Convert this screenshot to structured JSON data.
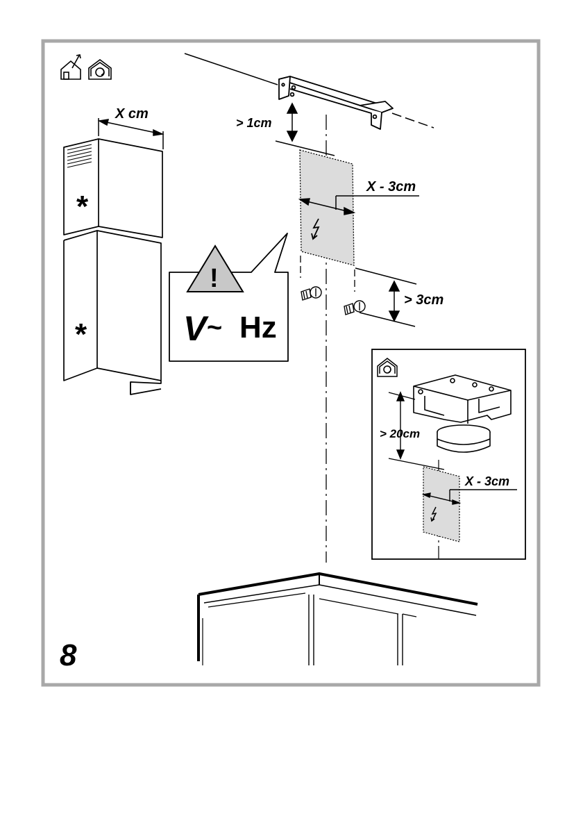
{
  "labels": {
    "chimney_width": "X cm",
    "bracket_gap": "> 1cm",
    "socket_width": "X - 3cm",
    "screw_gap": "> 3cm",
    "inset_duct_gap": "> 20cm",
    "inset_socket_width": "X - 3cm",
    "chimney_mark_upper": "*",
    "chimney_mark_lower": "*",
    "warning_mark": "!",
    "voltage_symbol": "V",
    "voltage_tilde": "~",
    "frequency_unit": "Hz",
    "step_number": "8"
  },
  "icons": {
    "ducted_mode": "house-outlet-icon",
    "recirculation_mode": "house-recirculation-icon",
    "electric_socket": "lightning-icon",
    "warning": "warning-triangle-icon"
  },
  "colors": {
    "frame": "#a8a8a8",
    "socket_area": "#dcdcdc",
    "line": "#000000",
    "warning_triangle": "#c8c8c8"
  }
}
